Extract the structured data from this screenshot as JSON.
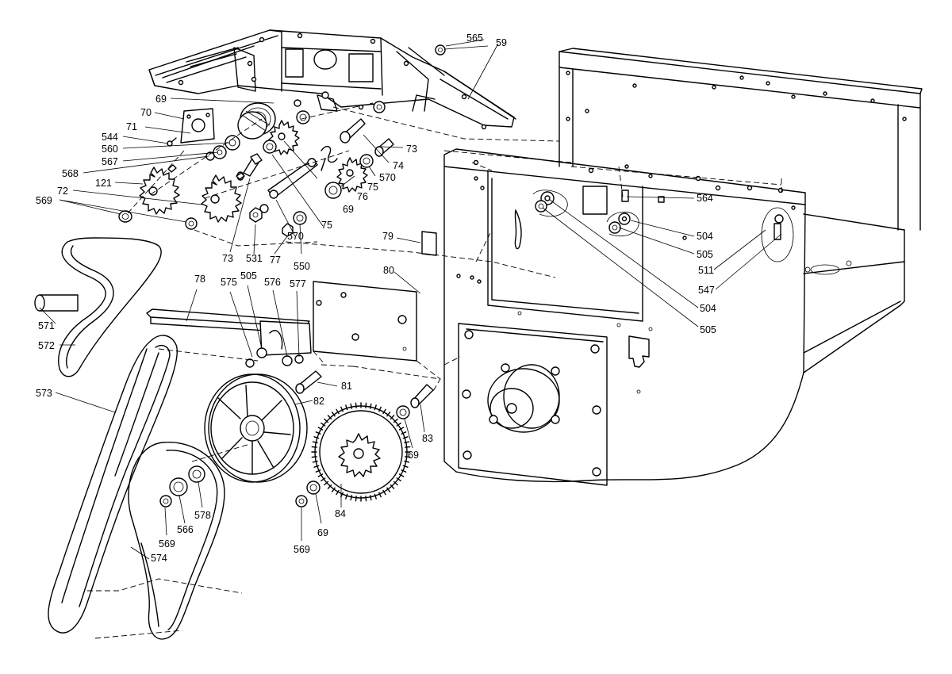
{
  "labels": {
    "l565": "565",
    "l59": "59",
    "l69a": "69",
    "l70": "70",
    "l71": "71",
    "l544": "544",
    "l560": "560",
    "l567": "567",
    "l568": "568",
    "l121": "121",
    "l72": "72",
    "l569a": "569",
    "l73a": "73",
    "l74": "74",
    "l570a": "570",
    "l75a": "75",
    "l76": "76",
    "l69b": "69",
    "l75b": "75",
    "l73b": "73",
    "l531": "531",
    "l77": "77",
    "l550": "550",
    "l570b": "570",
    "l564": "564",
    "l504a": "504",
    "l505a": "505",
    "l511": "511",
    "l547": "547",
    "l504b": "504",
    "l505b": "505",
    "l79": "79",
    "l80": "80",
    "l78": "78",
    "l575": "575",
    "l505c": "505",
    "l576": "576",
    "l577": "577",
    "l571": "571",
    "l572": "572",
    "l573": "573",
    "l81": "81",
    "l82": "82",
    "l83": "83",
    "l69c": "69",
    "l84": "84",
    "l69d": "69",
    "l569b": "569",
    "l569c": "569",
    "l566": "566",
    "l578": "578",
    "l574": "574"
  }
}
